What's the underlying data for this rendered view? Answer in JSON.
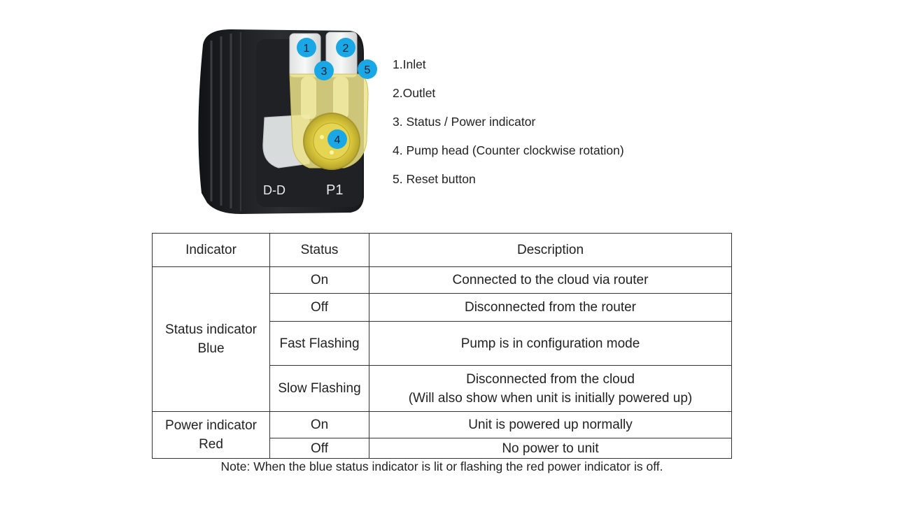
{
  "figure": {
    "markers": [
      "1",
      "2",
      "3",
      "4",
      "5"
    ],
    "brand_logo": "D-D",
    "model_label": "P1",
    "colors": {
      "marker": "#1aa7e6",
      "housing": "#222428",
      "pump_head": "#e9dc5c"
    }
  },
  "legend": [
    "1.Inlet",
    "2.Outlet",
    "3. Status / Power indicator",
    "4. Pump head (Counter clockwise rotation)",
    "5. Reset button"
  ],
  "table": {
    "headers": [
      "Indicator",
      "Status",
      "Description"
    ],
    "groups": {
      "blue": {
        "label_lines": [
          "Status indicator",
          "Blue"
        ]
      },
      "red": {
        "label_lines": [
          "Power indicator",
          "Red"
        ]
      }
    },
    "rows": [
      {
        "status": "On",
        "description": "Connected to the cloud via router"
      },
      {
        "status": "Off",
        "description": "Disconnected from the router"
      },
      {
        "status": "Fast Flashing",
        "description": "Pump is in configuration mode"
      },
      {
        "status": "Slow Flashing",
        "description_lines": [
          "Disconnected from the cloud",
          "(Will also show when unit is initially powered up)"
        ]
      },
      {
        "status": "On",
        "description": "Unit is powered up normally"
      },
      {
        "status": "Off",
        "description": "No power to unit"
      }
    ]
  },
  "note": "Note: When the blue status indicator is lit or flashing the red power indicator is off."
}
